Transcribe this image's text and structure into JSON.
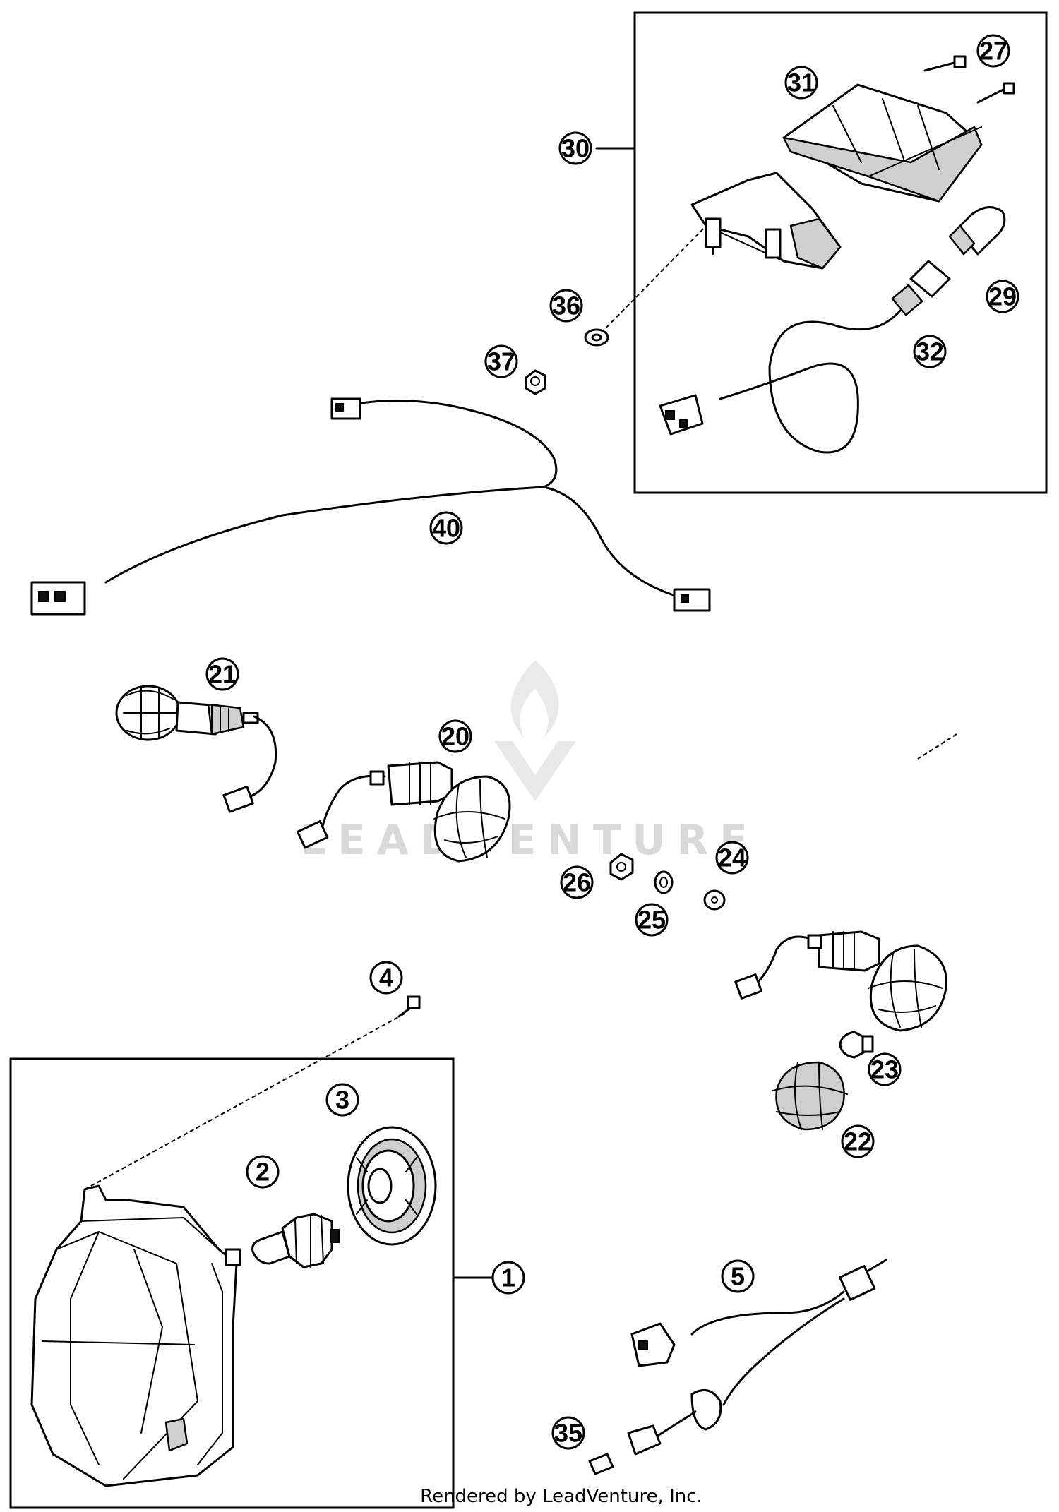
{
  "watermark": {
    "text": "LEADVENTURE"
  },
  "footer": {
    "text": "Rendered by LeadVenture, Inc."
  },
  "callouts": [
    {
      "id": "c1",
      "label": "1"
    },
    {
      "id": "c2",
      "label": "2"
    },
    {
      "id": "c3",
      "label": "3"
    },
    {
      "id": "c4",
      "label": "4"
    },
    {
      "id": "c5",
      "label": "5"
    },
    {
      "id": "c20",
      "label": "20"
    },
    {
      "id": "c21",
      "label": "21"
    },
    {
      "id": "c22",
      "label": "22"
    },
    {
      "id": "c23",
      "label": "23"
    },
    {
      "id": "c24",
      "label": "24"
    },
    {
      "id": "c25",
      "label": "25"
    },
    {
      "id": "c26",
      "label": "26"
    },
    {
      "id": "c27",
      "label": "27"
    },
    {
      "id": "c29",
      "label": "29"
    },
    {
      "id": "c30",
      "label": "30"
    },
    {
      "id": "c31",
      "label": "31"
    },
    {
      "id": "c32",
      "label": "32"
    },
    {
      "id": "c35",
      "label": "35"
    },
    {
      "id": "c36",
      "label": "36"
    },
    {
      "id": "c37",
      "label": "37"
    },
    {
      "id": "c40",
      "label": "40"
    }
  ]
}
